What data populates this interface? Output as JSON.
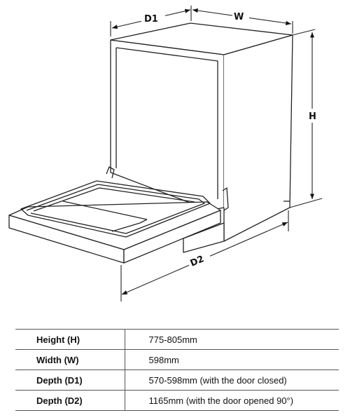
{
  "dimension_labels": {
    "d1": "D1",
    "w": "W",
    "h": "H",
    "d2": "D2"
  },
  "specs": [
    {
      "label": "Height (H)",
      "value": "775-805mm"
    },
    {
      "label": "Width (W)",
      "value": "598mm"
    },
    {
      "label": "Depth (D1)",
      "value": "570-598mm (with the door closed)"
    },
    {
      "label": "Depth (D2)",
      "value": "1165mm (with the door opened 90°)"
    }
  ]
}
